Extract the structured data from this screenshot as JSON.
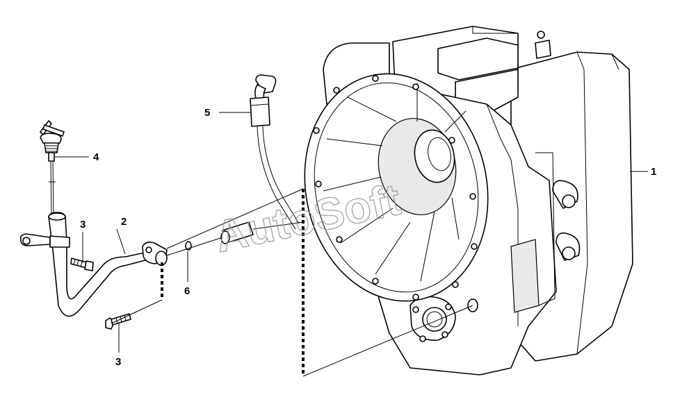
{
  "watermark": "AutoSoft",
  "callouts": [
    {
      "id": "1",
      "label": "1"
    },
    {
      "id": "2",
      "label": "2"
    },
    {
      "id": "3a",
      "label": "3"
    },
    {
      "id": "3b",
      "label": "3"
    },
    {
      "id": "4",
      "label": "4"
    },
    {
      "id": "5",
      "label": "5"
    },
    {
      "id": "6",
      "label": "6"
    }
  ]
}
